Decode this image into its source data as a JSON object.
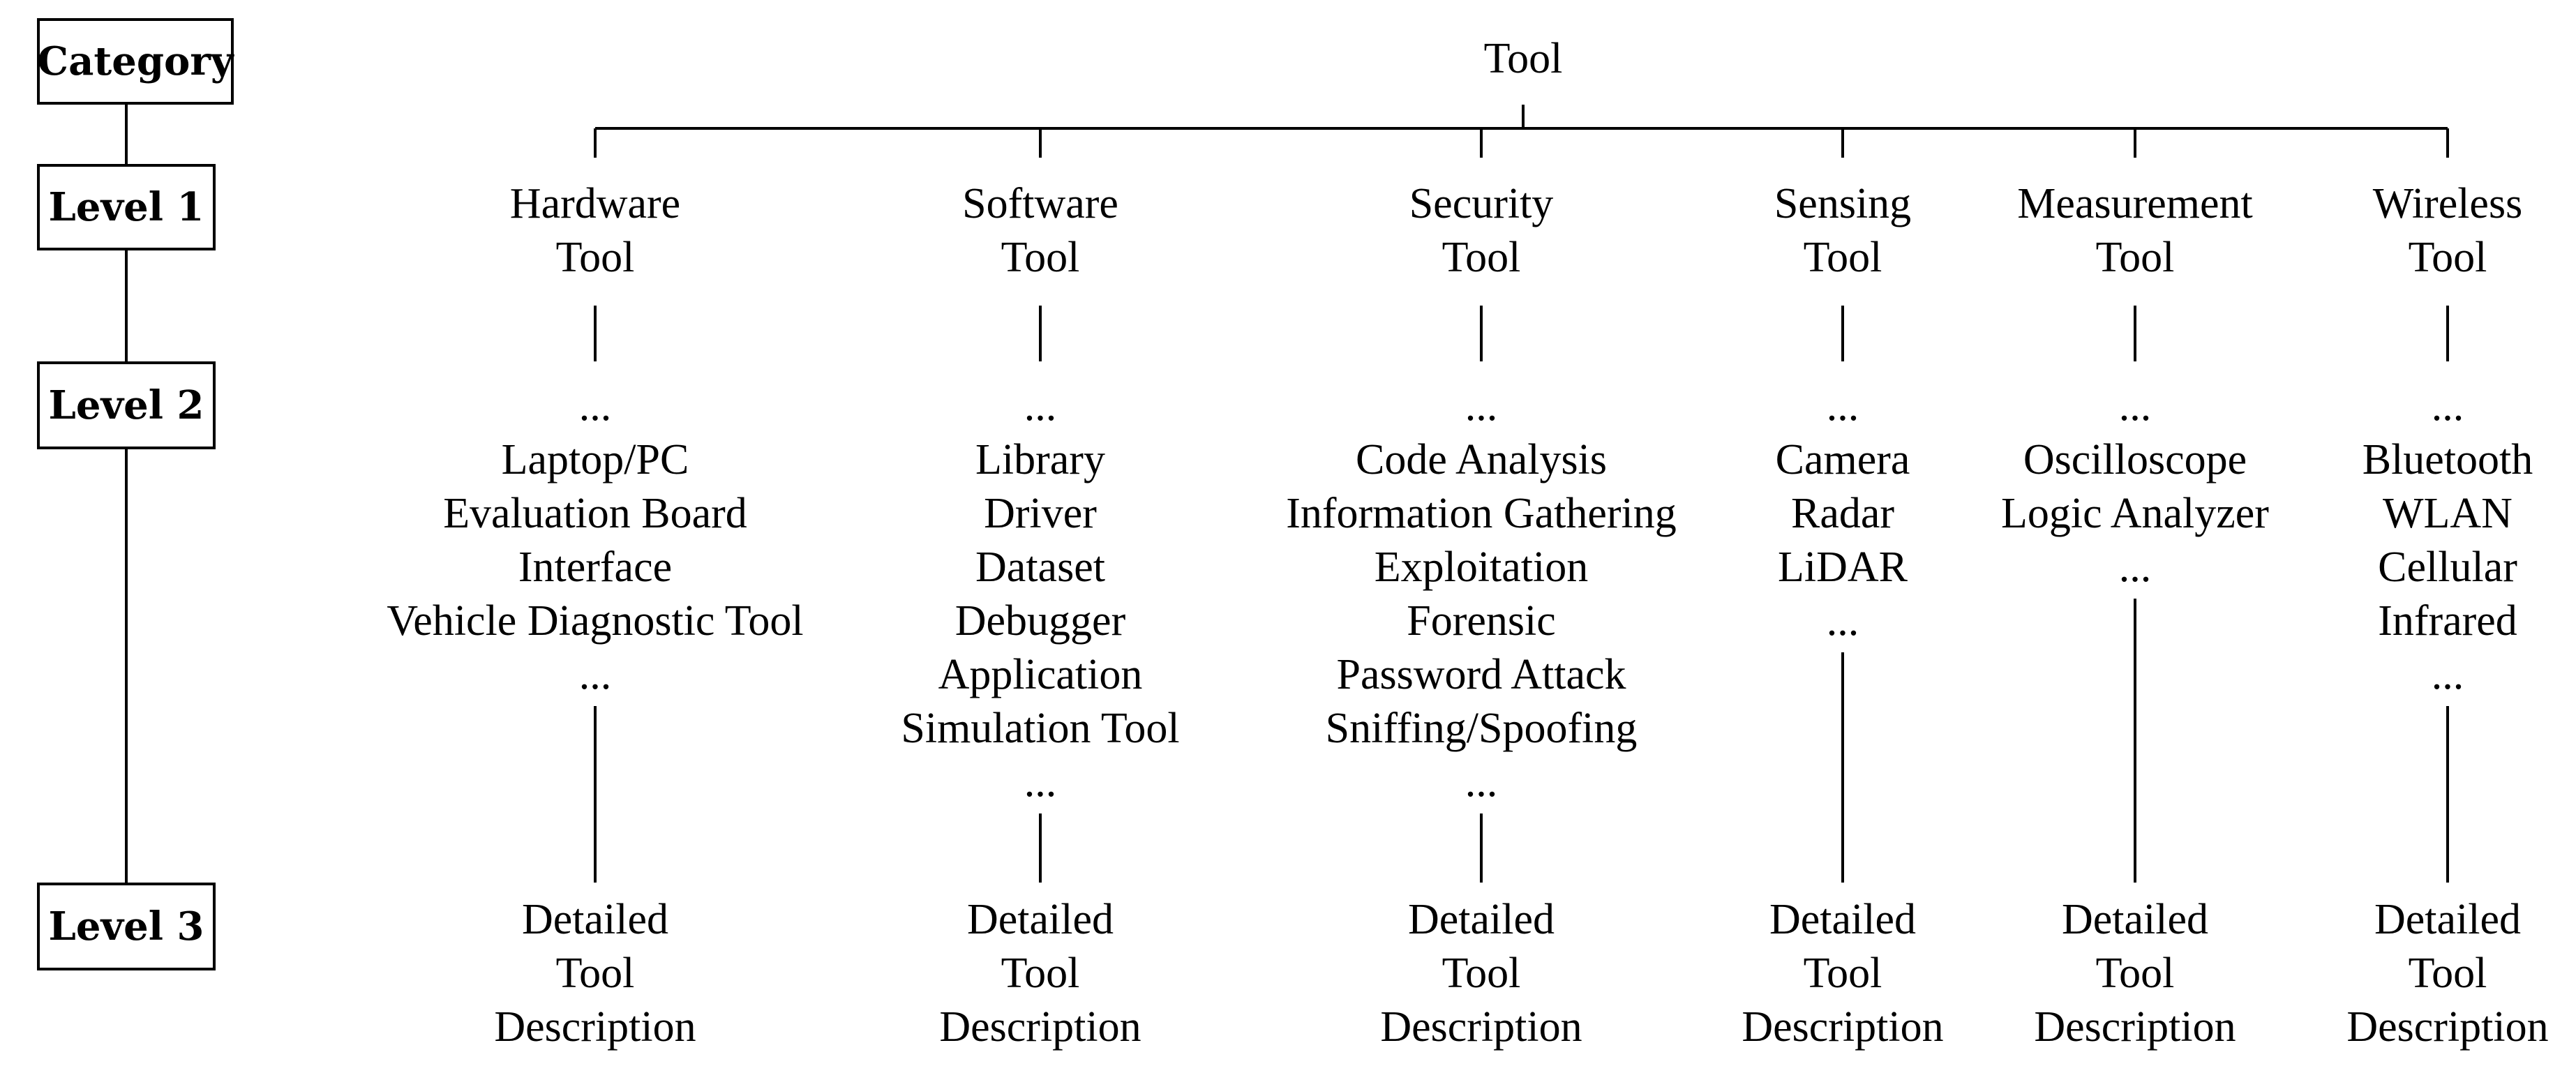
{
  "category_boxes": {
    "category": "Category",
    "level1": "Level 1",
    "level2": "Level 2",
    "level3": "Level 3"
  },
  "root": "Tool",
  "columns": [
    {
      "level1": [
        "Hardware",
        "Tool"
      ],
      "level2": [
        "...",
        "Laptop/PC",
        "Evaluation Board",
        "Interface",
        "Vehicle Diagnostic Tool",
        "..."
      ],
      "level3": [
        "Detailed",
        "Tool",
        "Description"
      ]
    },
    {
      "level1": [
        "Software",
        "Tool"
      ],
      "level2": [
        "...",
        "Library",
        "Driver",
        "Dataset",
        "Debugger",
        "Application",
        "Simulation Tool",
        "..."
      ],
      "level3": [
        "Detailed",
        "Tool",
        "Description"
      ]
    },
    {
      "level1": [
        "Security",
        "Tool"
      ],
      "level2": [
        "...",
        "Code Analysis",
        "Information Gathering",
        "Exploitation",
        "Forensic",
        "Password Attack",
        "Sniffing/Spoofing",
        "..."
      ],
      "level3": [
        "Detailed",
        "Tool",
        "Description"
      ]
    },
    {
      "level1": [
        "Sensing",
        "Tool"
      ],
      "level2": [
        "...",
        "Camera",
        "Radar",
        "LiDAR",
        "..."
      ],
      "level3": [
        "Detailed",
        "Tool",
        "Description"
      ]
    },
    {
      "level1": [
        "Measurement",
        "Tool"
      ],
      "level2": [
        "...",
        "Oscilloscope",
        "Logic Analyzer",
        "..."
      ],
      "level3": [
        "Detailed",
        "Tool",
        "Description"
      ]
    },
    {
      "level1": [
        "Wireless",
        "Tool"
      ],
      "level2": [
        "...",
        "Bluetooth",
        "WLAN",
        "Cellular",
        "Infrared",
        "..."
      ],
      "level3": [
        "Detailed",
        "Tool",
        "Description"
      ]
    }
  ]
}
